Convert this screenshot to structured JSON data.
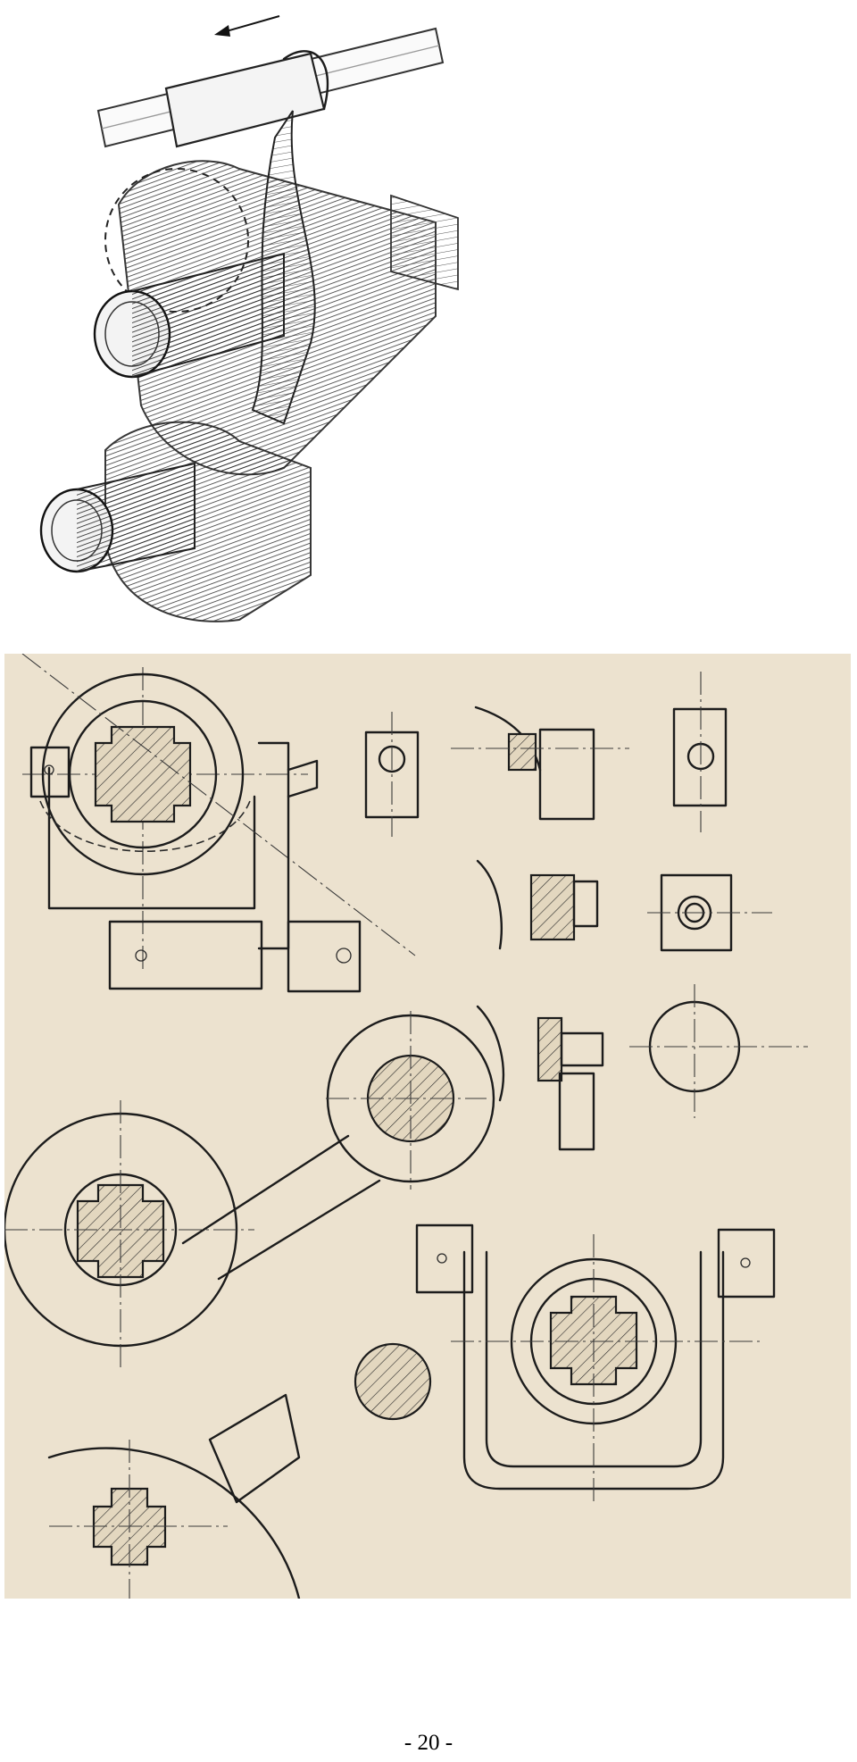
{
  "page": {
    "number": "- 20 -",
    "background": "#ffffff",
    "paper_color": "#ece2cf"
  },
  "figures": [
    {
      "id": "gear-shift-sketch",
      "icon": "gear-shift-perspective-illustration"
    },
    {
      "id": "shift-fork-drawing",
      "icon": "mechanical-engineering-drawing-sheet"
    }
  ]
}
